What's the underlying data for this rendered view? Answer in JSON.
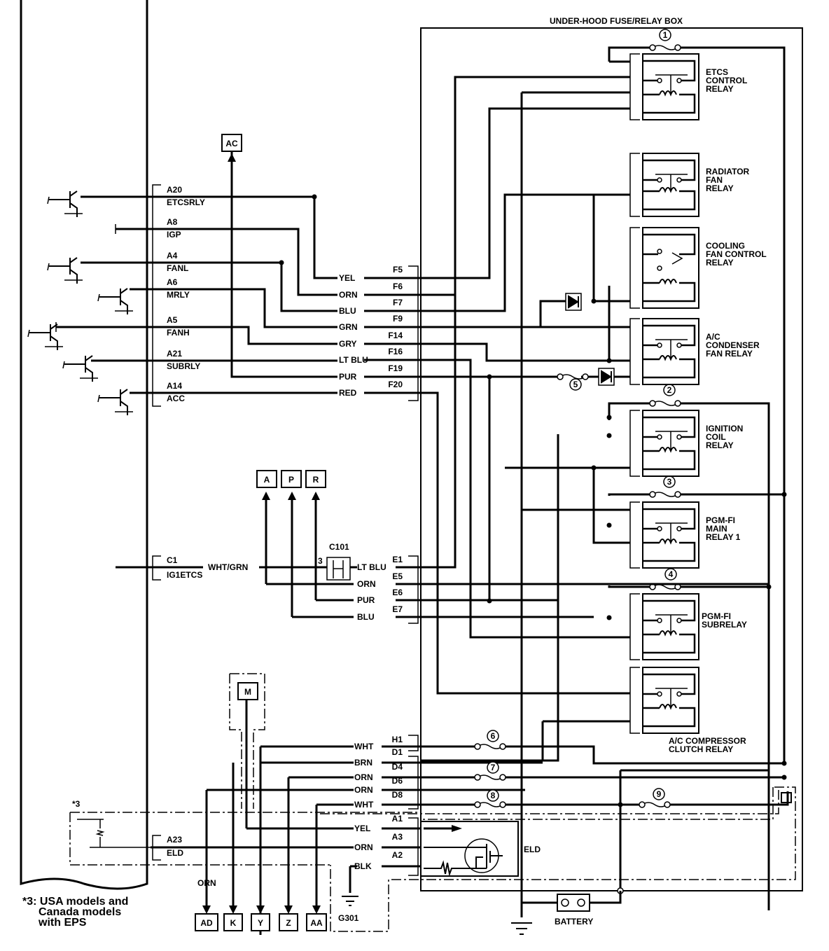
{
  "title": "UNDER-HOOD FUSE/RELAY BOX",
  "ecm_pins": [
    {
      "pin": "A20",
      "signal": "ETCSRLY",
      "wire": "YEL",
      "conn": "F5"
    },
    {
      "pin": "A8",
      "signal": "IGP",
      "wire": "ORN",
      "conn": "F6"
    },
    {
      "pin": "A4",
      "signal": "FANL",
      "wire": "BLU",
      "conn": "F7"
    },
    {
      "pin": "A6",
      "signal": "MRLY",
      "wire": "GRN",
      "conn": "F9"
    },
    {
      "pin": "A5",
      "signal": "FANH",
      "wire": "GRY",
      "conn": "F14"
    },
    {
      "pin": "A21",
      "signal": "SUBRLY",
      "wire": "LT BLU",
      "conn": "F16"
    },
    {
      "pin": "A14",
      "signal": "ACC",
      "wire": "PUR",
      "conn": "F19"
    },
    {
      "pin": "",
      "signal": "",
      "wire": "RED",
      "conn": "F20"
    }
  ],
  "c1": {
    "pin": "C1",
    "signal": "IG1ETCS",
    "wire": "WHT/GRN",
    "connector": "C101",
    "connector_pin": "3"
  },
  "e_wires": [
    {
      "wire": "LT BLU",
      "conn": "E1"
    },
    {
      "wire": "ORN",
      "conn": "E5"
    },
    {
      "wire": "PUR",
      "conn": "E6"
    },
    {
      "wire": "BLU",
      "conn": "E7"
    }
  ],
  "lower_wires": [
    {
      "wire": "WHT",
      "conn": "H1"
    },
    {
      "wire": "BRN",
      "conn": "D1"
    },
    {
      "wire": "ORN",
      "conn": "D4"
    },
    {
      "wire": "ORN",
      "conn": "D6"
    },
    {
      "wire": "WHT",
      "conn": "D8"
    },
    {
      "wire": "YEL",
      "conn": "A1"
    },
    {
      "wire": "ORN",
      "conn": "A3"
    },
    {
      "wire": "BLK",
      "conn": "A2"
    }
  ],
  "a23": {
    "pin": "A23",
    "signal": "ELD"
  },
  "refs": {
    "ac": "AC",
    "a": "A",
    "p": "P",
    "r": "R",
    "m": "M",
    "ad": "AD",
    "k": "K",
    "y": "Y",
    "z": "Z",
    "aa": "AA"
  },
  "relays": [
    "ETCS|CONTROL|RELAY",
    "RADIATOR|FAN|RELAY",
    "COOLING|FAN CONTROL|RELAY",
    "A/C|CONDENSER|FAN RELAY",
    "IGNITION|COIL|RELAY",
    "PGM-FI|MAIN|RELAY 1",
    "PGM-FI|SUBRELAY",
    "A/C COMPRESSOR|CLUTCH RELAY"
  ],
  "fuses": [
    "1",
    "2",
    "3",
    "4",
    "5",
    "6",
    "7",
    "8",
    "9"
  ],
  "eld_label": "ELD",
  "battery_label": "BATTERY",
  "ground_label": "G301",
  "orn_label": "ORN",
  "note_ref": "*3",
  "note": [
    "*3: USA models and",
    "Canada models",
    "with EPS"
  ]
}
